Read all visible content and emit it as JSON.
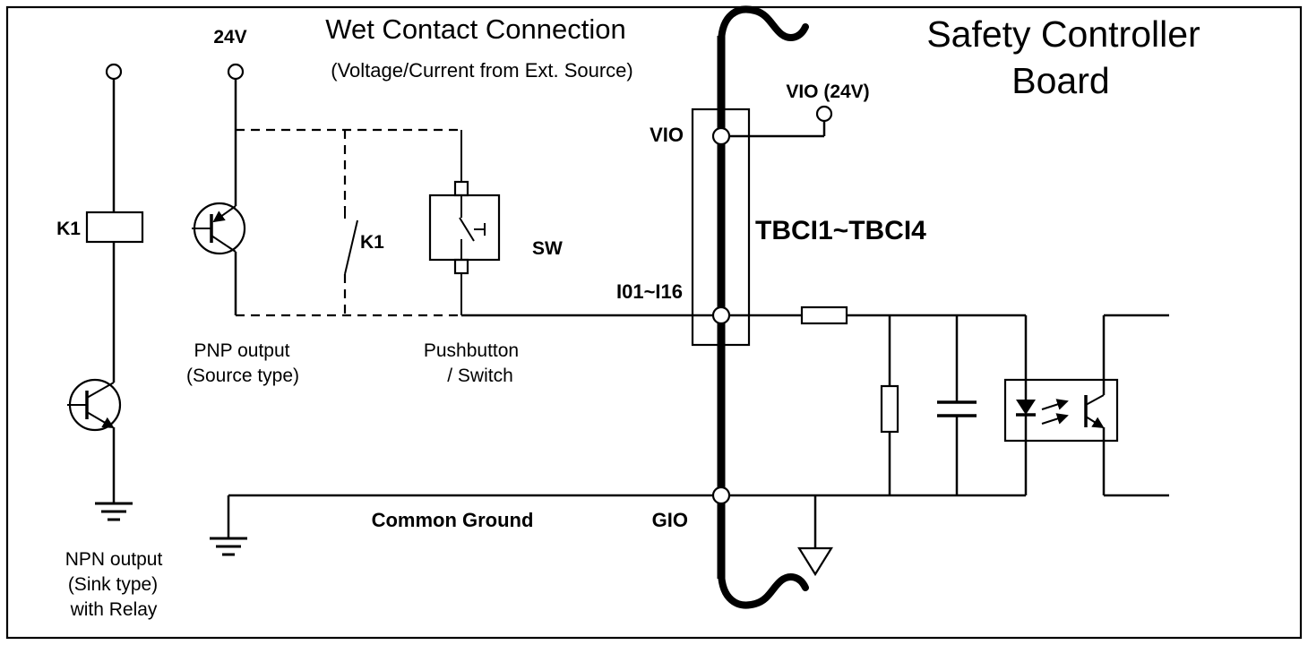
{
  "diagram": {
    "title": "Wet Contact Connection",
    "subtitle": "(Voltage/Current from Ext. Source)",
    "board": {
      "title_line1": "Safety Controller",
      "title_line2": "Board",
      "terminal_block_label": "TBCI1~TBCI4",
      "terminals": {
        "vio": "VIO",
        "io": "I01~I16",
        "gio": "GIO"
      },
      "vio_supply_label": "VIO (24V)"
    },
    "external": {
      "supply_label": "24V",
      "relay_label": "K1",
      "switch_label": "K1",
      "pushbutton_label": "SW",
      "pnp_caption": [
        "PNP output",
        "(Source type)"
      ],
      "npn_caption": [
        "NPN output",
        "(Sink type)",
        "with Relay"
      ],
      "pushbutton_caption": [
        "Pushbutton",
        "/ Switch"
      ],
      "common_ground_label": "Common Ground"
    },
    "colors": {
      "line": "#000000",
      "background": "#ffffff"
    }
  }
}
